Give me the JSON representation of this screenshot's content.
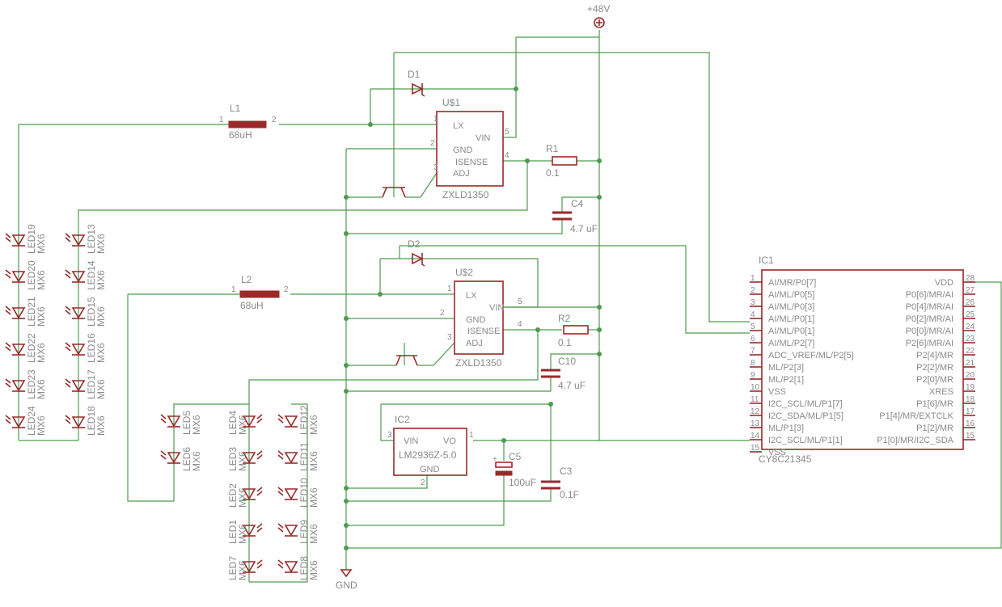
{
  "supply": {
    "vplus": "+48V",
    "gnd": "GND"
  },
  "inductors": [
    {
      "ref": "L1",
      "value": "68uH",
      "pin1": "1",
      "pin2": "2"
    },
    {
      "ref": "L2",
      "value": "68uH",
      "pin1": "1",
      "pin2": "2"
    }
  ],
  "diodes": [
    {
      "ref": "D1"
    },
    {
      "ref": "D2"
    }
  ],
  "drivers": [
    {
      "ref": "U$1",
      "part": "ZXLD1350",
      "pins": {
        "lx": "LX",
        "vin": "VIN",
        "gnd": "GND",
        "isense": "ISENSE",
        "adj": "ADJ"
      },
      "pinnums": {
        "lx": "1",
        "vin": "5",
        "gnd": "2",
        "isense": "4",
        "adj": "3"
      }
    },
    {
      "ref": "U$2",
      "part": "ZXLD1350",
      "pins": {
        "lx": "LX",
        "vin": "VIN",
        "gnd": "GND",
        "isense": "ISENSE",
        "adj": "ADJ"
      },
      "pinnums": {
        "lx": "1",
        "vin": "5",
        "gnd": "2",
        "isense": "4",
        "adj": "3"
      }
    }
  ],
  "resistors": [
    {
      "ref": "R1",
      "value": "0.1"
    },
    {
      "ref": "R2",
      "value": "0.1"
    }
  ],
  "capacitors": [
    {
      "ref": "C4",
      "value": "4.7 uF"
    },
    {
      "ref": "C10",
      "value": "4.7 uF"
    },
    {
      "ref": "C5",
      "value": "100uF"
    },
    {
      "ref": "C3",
      "value": "0.1F"
    }
  ],
  "regulator": {
    "ref": "IC2",
    "part": "LM2936Z-5.0",
    "vin": "VIN",
    "vo": "VO",
    "gnd": "GND",
    "pin_vin": "3",
    "pin_vo": "1",
    "pin_gnd": "2"
  },
  "mcu": {
    "ref": "IC1",
    "part": "CY8C21345",
    "left_pins": [
      {
        "num": "1",
        "name": "AI/MR/P0[7]"
      },
      {
        "num": "2",
        "name": "AI/ML/P0[5]"
      },
      {
        "num": "3",
        "name": "AI/ML/P0[3]"
      },
      {
        "num": "4",
        "name": "AI/ML/P0[1]"
      },
      {
        "num": "5",
        "name": "AI/ML/P0[1]"
      },
      {
        "num": "6",
        "name": "AI/ML/P2[7]"
      },
      {
        "num": "7",
        "name": "ADC_VREF/ML/P2[5]"
      },
      {
        "num": "8",
        "name": "ML/P2[3]"
      },
      {
        "num": "9",
        "name": "ML/P2[1]"
      },
      {
        "num": "10",
        "name": "VSS"
      },
      {
        "num": "11",
        "name": "I2C_SCL/ML/P1[7]"
      },
      {
        "num": "12",
        "name": "I2C_SDA/ML/P1[5]"
      },
      {
        "num": "13",
        "name": "ML/P1[3]"
      },
      {
        "num": "14",
        "name": "I2C_SCL/ML/P1[1]"
      },
      {
        "num": "15",
        "name": "VSS"
      }
    ],
    "right_pins": [
      {
        "num": "28",
        "name": "VDD"
      },
      {
        "num": "27",
        "name": "P0[6]/MR/AI"
      },
      {
        "num": "26",
        "name": "P0[4]/MR/AI"
      },
      {
        "num": "25",
        "name": "P0[2]/MR/AI"
      },
      {
        "num": "24",
        "name": "P0[0]/MR/AI"
      },
      {
        "num": "23",
        "name": "P2[6]/MR/AI"
      },
      {
        "num": "22",
        "name": "P2[4]/MR"
      },
      {
        "num": "21",
        "name": "P2[2]/MR"
      },
      {
        "num": "20",
        "name": "P2[0]/MR"
      },
      {
        "num": "19",
        "name": "XRES"
      },
      {
        "num": "18",
        "name": "P1[6]/MR"
      },
      {
        "num": "17",
        "name": "P1[4]/MR/EXTCLK"
      },
      {
        "num": "16",
        "name": "P1[2]/MR"
      },
      {
        "num": "15",
        "name": "P1[0]/MR/I2C_SDA"
      }
    ]
  },
  "led_columns": [
    {
      "refs": [
        "LED19",
        "LED20",
        "LED21",
        "LED22",
        "LED23",
        "LED24"
      ],
      "value": "MX6"
    },
    {
      "refs": [
        "LED13",
        "LED14",
        "LED15",
        "LED16",
        "LED17",
        "LED18"
      ],
      "value": "MX6"
    },
    {
      "refs": [
        "LED5",
        "LED6"
      ],
      "value": "MX6"
    },
    {
      "refs": [
        "LED4",
        "LED3",
        "LED2",
        "LED1",
        "LED7"
      ],
      "value": "MX6"
    },
    {
      "refs": [
        "LED12",
        "LED11",
        "LED10",
        "LED9",
        "LED8"
      ],
      "value": "MX6"
    }
  ],
  "colors": {
    "wire": "#4f9a4f",
    "body": "#9a2a2a",
    "text": "#8a8a8a"
  }
}
